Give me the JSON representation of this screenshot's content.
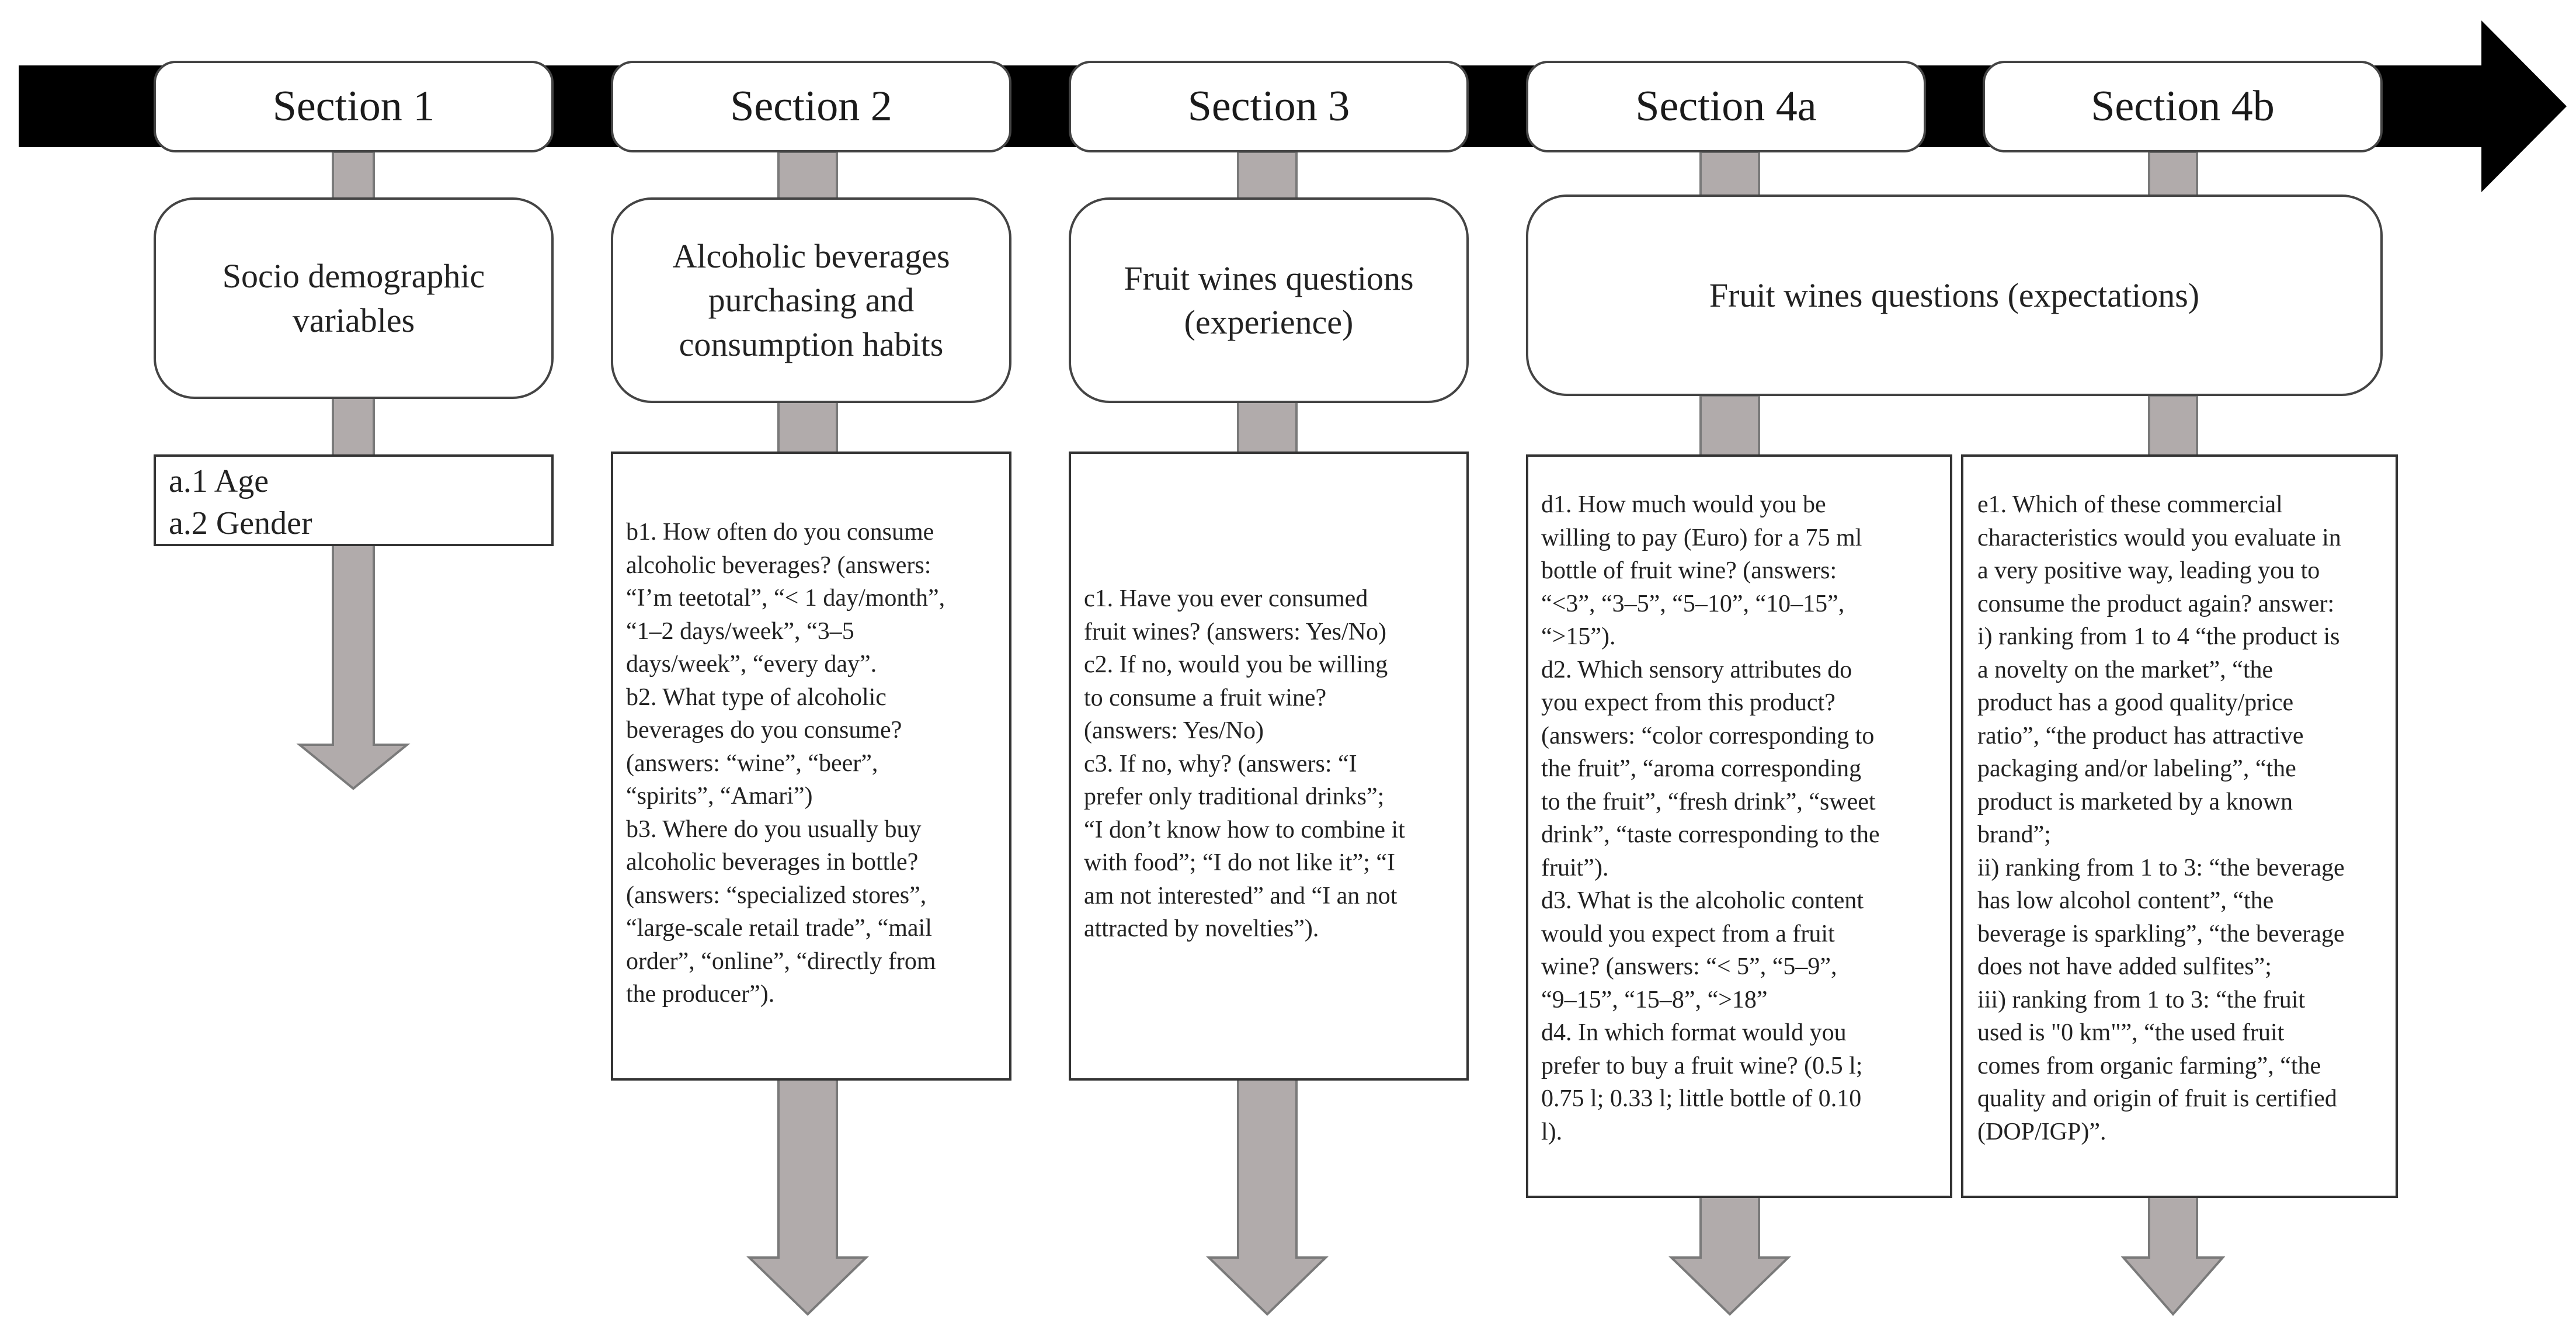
{
  "sections": [
    {
      "header": "Section 1",
      "topic": "Socio demographic\nvariables",
      "details": [
        "a.1 Age",
        "a.2 Gender"
      ]
    },
    {
      "header": "Section 2",
      "topic": "Alcoholic beverages\npurchasing and\nconsumption habits",
      "details": [
        "b1. How often do you consume",
        "alcoholic beverages? (answers:",
        "“I’m teetotal”, “< 1 day/month”,",
        "“1–2 days/week”, “3–5",
        "days/week”, “every day”.",
        "b2. What type of alcoholic",
        "beverages do you consume?",
        "(answers: “wine”, “beer”,",
        "“spirits”, “Amari”)",
        "b3. Where do you usually buy",
        "alcoholic beverages in bottle?",
        "(answers: “specialized stores”,",
        "“large-scale retail trade”, “mail",
        "order”, “online”, “directly from",
        "the producer”)."
      ]
    },
    {
      "header": "Section 3",
      "topic": "Fruit wines questions\n(experience)",
      "details": [
        "c1. Have you ever consumed",
        "fruit wines? (answers: Yes/No)",
        "c2. If no, would you be willing",
        "to consume a fruit wine?",
        "(answers: Yes/No)",
        "c3. If no, why? (answers: “I",
        "prefer only traditional drinks”;",
        "“I don’t know how to combine it",
        "with food”; “I do not like it”; “I",
        "am not interested” and “I an not",
        "attracted by novelties”)."
      ]
    },
    {
      "header": "Section 4a",
      "details": [
        "d1. How much would you be",
        "willing to pay (Euro) for a 75 ml",
        "bottle of fruit wine? (answers:",
        "“<3”, “3–5”, “5–10”, “10–15”,",
        "“>15”).",
        "d2. Which sensory attributes do",
        "you expect from this product?",
        "(answers: “color corresponding to",
        "the fruit”, “aroma corresponding",
        "to the fruit”, “fresh drink”, “sweet",
        "drink”, “taste corresponding to the",
        "fruit”).",
        "d3. What is the alcoholic content",
        "would you expect from a fruit",
        "wine? (answers: “< 5”, “5–9”,",
        "“9–15”, “15–8”, “>18”",
        "d4. In which format would you",
        "prefer to buy a fruit wine? (0.5 l;",
        "0.75 l; 0.33 l; little bottle of 0.10",
        "l)."
      ]
    },
    {
      "header": "Section 4b",
      "details": [
        "e1. Which of these commercial",
        "characteristics would you evaluate in",
        "a very positive way, leading you to",
        "consume the product again? answer:",
        "i) ranking from 1 to 4 “the product is",
        "a novelty on the market”, “the",
        "product has a good quality/price",
        "ratio”, “the product has attractive",
        "packaging and/or labeling”, “the",
        "product is marketed by a known",
        "brand”;",
        "ii) ranking from 1 to 3: “the beverage",
        "has low alcohol content”, “the",
        "beverage is sparkling”, “the beverage",
        "does not have added sulfites”;",
        "iii) ranking from 1 to 3: “the fruit",
        "used is \"0 km\"”, “the used fruit",
        "comes from organic farming”, “the",
        "quality and origin of fruit is certified",
        "(DOP/IGP)”."
      ]
    }
  ],
  "shared_topic_4": "Fruit wines questions (expectations)",
  "colors": {
    "timeline": "#000000",
    "connector": "#b1abab",
    "connector_stroke": "#7a7a7a",
    "border": "#444444"
  }
}
